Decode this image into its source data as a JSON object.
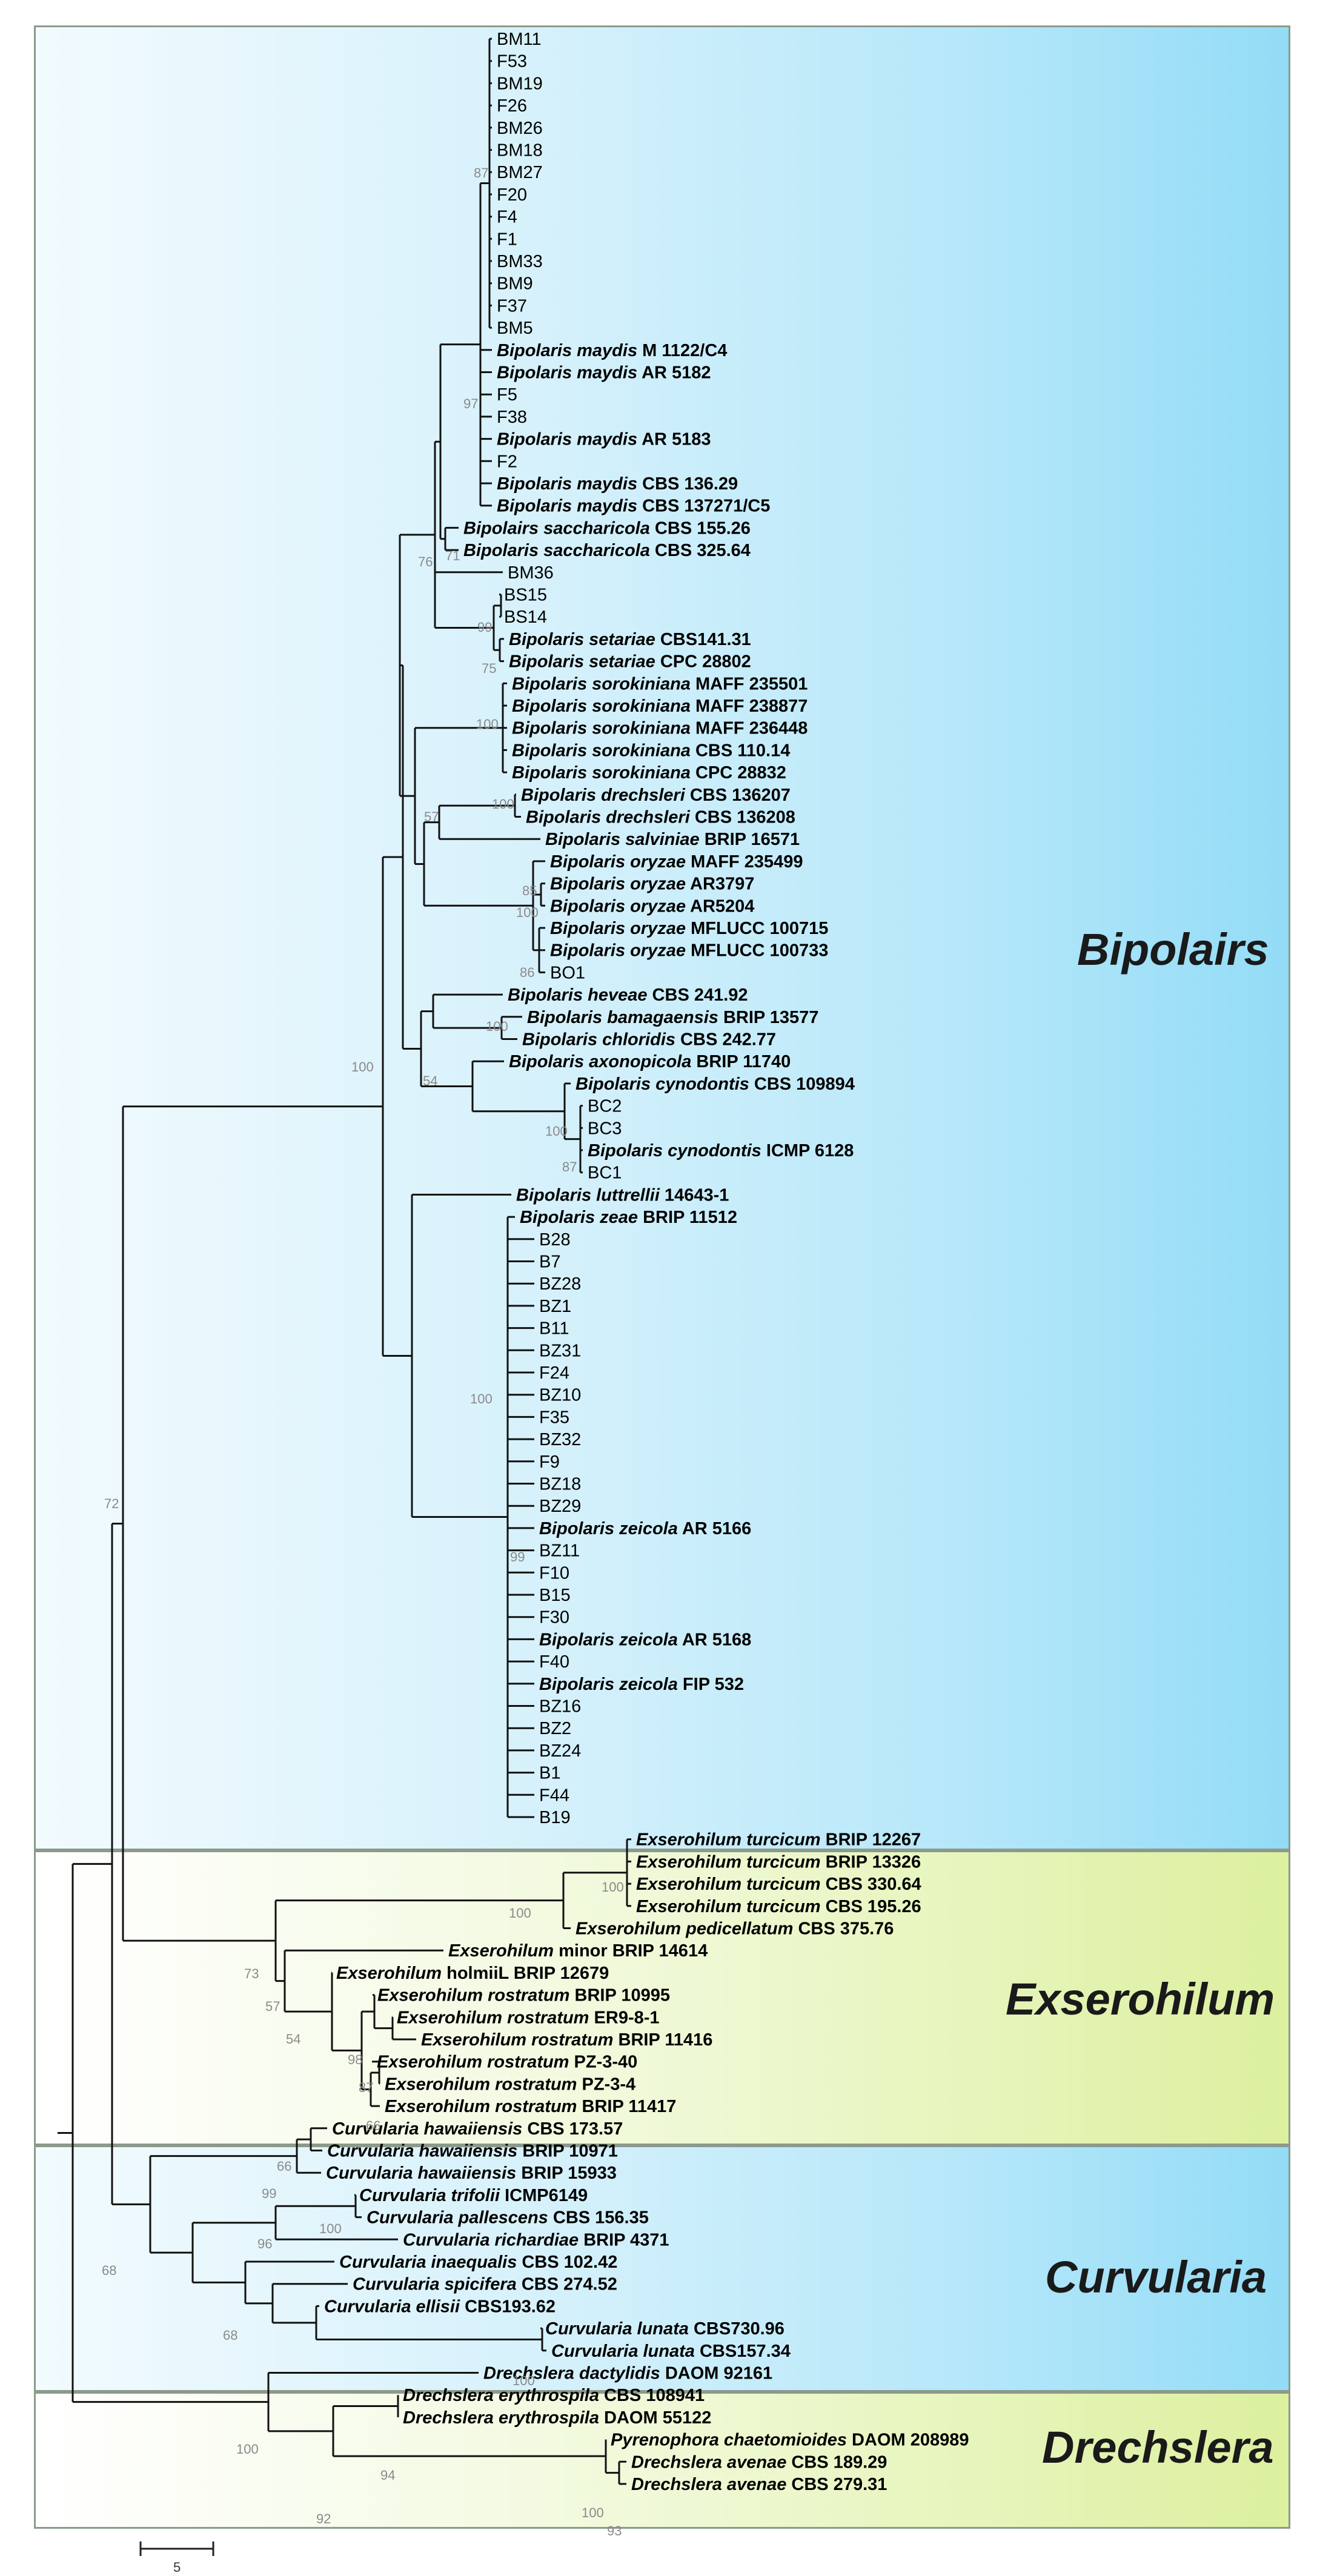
{
  "clades": {
    "bipolairs": "Bipolairs",
    "exserohilum": "Exserohilum",
    "curvularia": "Curvularia",
    "drechslera": "Drechslera"
  },
  "scale_bar_label": "5",
  "colors": {
    "bipolairs_panel": "#a9e3f8",
    "exserohilum_panel": "#e1f3ab",
    "curvularia_panel": "#a9e3f8",
    "drechslera_panel": "#e1f3ab",
    "bootstrap_text": "#8a8a8a"
  },
  "taxa": [
    {
      "id": "BM11",
      "plain": "BM11"
    },
    {
      "id": "F53",
      "plain": "F53"
    },
    {
      "id": "BM19",
      "plain": "BM19"
    },
    {
      "id": "F26",
      "plain": "F26"
    },
    {
      "id": "BM26",
      "plain": "BM26"
    },
    {
      "id": "BM18",
      "plain": "BM18"
    },
    {
      "id": "BM27",
      "plain": "BM27"
    },
    {
      "id": "F20",
      "plain": "F20"
    },
    {
      "id": "F4",
      "plain": "F4"
    },
    {
      "id": "F1",
      "plain": "F1"
    },
    {
      "id": "BM33",
      "plain": "BM33"
    },
    {
      "id": "BM9",
      "plain": "BM9"
    },
    {
      "id": "F37",
      "plain": "F37"
    },
    {
      "id": "BM5",
      "plain": "BM5"
    },
    {
      "id": "bmaydis_m1122",
      "species": "Bipolaris maydis",
      "strain": "M 1122/C4"
    },
    {
      "id": "bmaydis_ar5182",
      "species": "Bipolaris maydis",
      "strain": "AR 5182"
    },
    {
      "id": "F5",
      "plain": "F5"
    },
    {
      "id": "F38",
      "plain": "F38"
    },
    {
      "id": "bmaydis_ar5183",
      "species": "Bipolaris maydis",
      "strain": "AR 5183"
    },
    {
      "id": "F2",
      "plain": "F2"
    },
    {
      "id": "bmaydis_cbs13629",
      "species": "Bipolaris maydis",
      "strain": "CBS 136.29"
    },
    {
      "id": "bmaydis_cbs137271",
      "species": "Bipolaris maydis",
      "strain": "CBS 137271/C5"
    },
    {
      "id": "bsacch_15526",
      "species": "Bipolairs saccharicola",
      "strain": "CBS 155.26"
    },
    {
      "id": "bsacch_32564",
      "species": "Bipolaris saccharicola",
      "strain": "CBS 325.64"
    },
    {
      "id": "BM36",
      "plain": "BM36"
    },
    {
      "id": "BS15",
      "plain": "BS15"
    },
    {
      "id": "BS14",
      "plain": "BS14"
    },
    {
      "id": "bset_cbs14131",
      "species": "Bipolaris setariae",
      "strain": "CBS141.31"
    },
    {
      "id": "bset_cpc28802",
      "species": "Bipolaris setariae",
      "strain": "CPC 28802"
    },
    {
      "id": "bsor_maff235501",
      "species": "Bipolaris sorokiniana",
      "strain": "MAFF 235501"
    },
    {
      "id": "bsor_maff238877",
      "species": "Bipolaris sorokiniana",
      "strain": "MAFF 238877"
    },
    {
      "id": "bsor_maff236448",
      "species": "Bipolaris sorokiniana",
      "strain": "MAFF 236448"
    },
    {
      "id": "bsor_cbs11014",
      "species": "Bipolaris sorokiniana",
      "strain": "CBS 110.14"
    },
    {
      "id": "bsor_cpc28832",
      "species": "Bipolaris sorokiniana",
      "strain": "CPC 28832"
    },
    {
      "id": "bdre_136207",
      "species": "Bipolaris drechsleri",
      "strain": "CBS 136207"
    },
    {
      "id": "bdre_136208",
      "species": "Bipolaris drechsleri",
      "strain": "CBS 136208"
    },
    {
      "id": "bsal_16571",
      "species": "Bipolaris salviniae",
      "strain": "BRIP 16571"
    },
    {
      "id": "bory_maff235499",
      "species": "Bipolaris oryzae",
      "strain": "MAFF 235499"
    },
    {
      "id": "bory_ar3797",
      "species": "Bipolaris oryzae",
      "strain": "AR3797"
    },
    {
      "id": "bory_ar5204",
      "species": "Bipolaris oryzae",
      "strain": "AR5204"
    },
    {
      "id": "bory_mfl100715",
      "species": "Bipolaris oryzae",
      "strain": "MFLUCC 100715"
    },
    {
      "id": "bory_mfl100733",
      "species": "Bipolaris oryzae",
      "strain": "MFLUCC 100733"
    },
    {
      "id": "BO1",
      "plain": "BO1"
    },
    {
      "id": "bhev_24192",
      "species": "Bipolaris heveae",
      "strain": "CBS 241.92"
    },
    {
      "id": "bbam_13577",
      "species": "Bipolaris bamagaensis",
      "strain": "BRIP 13577"
    },
    {
      "id": "bchl_24277",
      "species": "Bipolaris chloridis",
      "strain": "CBS 242.77"
    },
    {
      "id": "baxo_11740",
      "species": "Bipolaris axonopicola",
      "strain": "BRIP 11740"
    },
    {
      "id": "bcyn_109894",
      "species": "Bipolaris cynodontis",
      "strain": "CBS 109894"
    },
    {
      "id": "BC2",
      "plain": "BC2"
    },
    {
      "id": "BC3",
      "plain": "BC3"
    },
    {
      "id": "bcyn_icmp6128",
      "species": "Bipolaris  cynodontis",
      "strain": "ICMP 6128"
    },
    {
      "id": "BC1",
      "plain": "BC1"
    },
    {
      "id": "blut_14643",
      "species": "Bipolaris luttrellii",
      "strain": "14643-1"
    },
    {
      "id": "bzeae_11512",
      "species": "Bipolaris zeae",
      "strain": "BRIP 11512"
    },
    {
      "id": "B28",
      "plain": "B28"
    },
    {
      "id": "B7",
      "plain": "B7"
    },
    {
      "id": "BZ28",
      "plain": "BZ28"
    },
    {
      "id": "BZ1",
      "plain": "BZ1"
    },
    {
      "id": "B11",
      "plain": "B11"
    },
    {
      "id": "BZ31",
      "plain": "BZ31"
    },
    {
      "id": "F24",
      "plain": "F24"
    },
    {
      "id": "BZ10",
      "plain": "BZ10"
    },
    {
      "id": "F35",
      "plain": "F35"
    },
    {
      "id": "BZ32",
      "plain": "BZ32"
    },
    {
      "id": "F9",
      "plain": "F9"
    },
    {
      "id": "BZ18",
      "plain": "BZ18"
    },
    {
      "id": "BZ29",
      "plain": "BZ29"
    },
    {
      "id": "bzeic_ar5166",
      "species": "Bipolaris zeicola",
      "strain": "AR 5166"
    },
    {
      "id": "BZ11",
      "plain": "BZ11"
    },
    {
      "id": "F10",
      "plain": "F10"
    },
    {
      "id": "B15",
      "plain": "B15"
    },
    {
      "id": "F30",
      "plain": "F30"
    },
    {
      "id": "bzeic_ar5168",
      "species": "Bipolaris zeicola",
      "strain": "AR 5168"
    },
    {
      "id": "F40",
      "plain": "F40"
    },
    {
      "id": "bzeic_fip532",
      "species": "Bipolaris zeicola",
      "strain": "FIP 532"
    },
    {
      "id": "BZ16",
      "plain": "BZ16"
    },
    {
      "id": "BZ2",
      "plain": "BZ2"
    },
    {
      "id": "BZ24",
      "plain": "BZ24"
    },
    {
      "id": "B1",
      "plain": "B1"
    },
    {
      "id": "F44",
      "plain": "F44"
    },
    {
      "id": "B19",
      "plain": "B19"
    },
    {
      "id": "etur_12267",
      "species": "Exserohilum turcicum",
      "strain": "BRIP 12267"
    },
    {
      "id": "etur_13326",
      "species": "Exserohilum turcicum",
      "strain": "BRIP 13326"
    },
    {
      "id": "etur_33064",
      "species": "Exserohilum turcicum",
      "strain": "CBS 330.64"
    },
    {
      "id": "etur_19526",
      "species": "Exserohilum turcicum",
      "strain": "CBS 195.26"
    },
    {
      "id": "eped_37576",
      "species": "Exserohilum pedicellatum",
      "strain": "CBS 375.76"
    },
    {
      "id": "emin_14614",
      "species": "Exserohilum",
      "strain": "minor BRIP 14614"
    },
    {
      "id": "ehol_12679",
      "species": "Exserohilum",
      "strain": "holmiiL BRIP 12679"
    },
    {
      "id": "eros_10995",
      "species": "Exserohilum rostratum",
      "strain": "BRIP 10995"
    },
    {
      "id": "eros_er981",
      "species": "Exserohilum rostratum",
      "strain": "ER9-8-1"
    },
    {
      "id": "eros_11416",
      "species": "Exserohilum rostratum",
      "strain": "BRIP 11416"
    },
    {
      "id": "eros_pz340",
      "species": "Exserohilum rostratum",
      "strain": "PZ-3-40"
    },
    {
      "id": "eros_pz34",
      "species": "Exserohilum rostratum",
      "strain": "PZ-3-4"
    },
    {
      "id": "eros_11417",
      "species": "Exserohilum rostratum",
      "strain": "BRIP 11417"
    },
    {
      "id": "chaw_17357",
      "species": "Curvularia hawaiiensis",
      "strain": "CBS 173.57"
    },
    {
      "id": "chaw_10971",
      "species": "Curvularia hawaiiensis",
      "strain": "BRIP 10971"
    },
    {
      "id": "chaw_15933",
      "species": "Curvularia hawaiiensis",
      "strain": "BRIP 15933"
    },
    {
      "id": "ctri_6149",
      "species": "Curvularia trifolii",
      "strain": "ICMP6149"
    },
    {
      "id": "cpal_15635",
      "species": "Curvularia pallescens",
      "strain": "CBS 156.35"
    },
    {
      "id": "cric_4371",
      "species": "Curvularia richardiae",
      "strain": "BRIP 4371"
    },
    {
      "id": "cina_10242",
      "species": "Curvularia inaequalis",
      "strain": "CBS 102.42"
    },
    {
      "id": "cspi_27452",
      "species": "Curvularia spicifera",
      "strain": "CBS 274.52"
    },
    {
      "id": "cell_19362",
      "species": "Curvularia ellisii",
      "strain": "CBS193.62"
    },
    {
      "id": "clun_73096",
      "species": "Curvularia lunata",
      "strain": "CBS730.96"
    },
    {
      "id": "clun_15734",
      "species": "Curvularia lunata",
      "strain": "CBS157.34"
    },
    {
      "id": "ddac_92161",
      "species": "Drechslera dactylidis",
      "strain": "DAOM 92161"
    },
    {
      "id": "dery_108941",
      "species": "Drechslera erythrospila",
      "strain": "CBS 108941"
    },
    {
      "id": "dery_55122",
      "species": "Drechslera erythrospila",
      "strain": "DAOM 55122"
    },
    {
      "id": "pcha_208989",
      "species": "Pyrenophora chaetomioides",
      "strain": "DAOM 208989"
    },
    {
      "id": "dave_18929",
      "species": "Drechslera avenae",
      "strain": "CBS 189.29"
    },
    {
      "id": "dave_27931",
      "species": "Drechslera avenae",
      "strain": "CBS 279.31"
    }
  ],
  "bootstrap": [
    {
      "id": "bs_87",
      "value": "87"
    },
    {
      "id": "bs_97",
      "value": "97"
    },
    {
      "id": "bs_71",
      "value": "71"
    },
    {
      "id": "bs_76",
      "value": "76"
    },
    {
      "id": "bs_99_bs",
      "value": "99"
    },
    {
      "id": "bs_75",
      "value": "75"
    },
    {
      "id": "bs_100_sor",
      "value": "100"
    },
    {
      "id": "bs_100_dre",
      "value": "100"
    },
    {
      "id": "bs_57_dre",
      "value": "57"
    },
    {
      "id": "bs_85",
      "value": "85"
    },
    {
      "id": "bs_100_ory",
      "value": "100"
    },
    {
      "id": "bs_86",
      "value": "86"
    },
    {
      "id": "bs_100_bam",
      "value": "100"
    },
    {
      "id": "bs_54_bam",
      "value": "54"
    },
    {
      "id": "bs_100_bip",
      "value": "100"
    },
    {
      "id": "bs_100_bc",
      "value": "100"
    },
    {
      "id": "bs_87_bc",
      "value": "87"
    },
    {
      "id": "bs_100_zei",
      "value": "100"
    },
    {
      "id": "bs_99_zei",
      "value": "99"
    },
    {
      "id": "bs_72",
      "value": "72"
    },
    {
      "id": "bs_100_tur_in",
      "value": "100"
    },
    {
      "id": "bs_100_tur",
      "value": "100"
    },
    {
      "id": "bs_73",
      "value": "73"
    },
    {
      "id": "bs_57_ex",
      "value": "57"
    },
    {
      "id": "bs_54_ex",
      "value": "54"
    },
    {
      "id": "bs_98",
      "value": "98"
    },
    {
      "id": "bs_87_ex",
      "value": "87"
    },
    {
      "id": "bs_66_ex",
      "value": "66"
    },
    {
      "id": "bs_66_cu",
      "value": "66"
    },
    {
      "id": "bs_99_cu",
      "value": "99"
    },
    {
      "id": "bs_100_ctri",
      "value": "100"
    },
    {
      "id": "bs_96",
      "value": "96"
    },
    {
      "id": "bs_68_outer",
      "value": "68"
    },
    {
      "id": "bs_68_cu",
      "value": "68"
    },
    {
      "id": "bs_100_clun",
      "value": "100"
    },
    {
      "id": "bs_100_dr",
      "value": "100"
    },
    {
      "id": "bs_94",
      "value": "94"
    },
    {
      "id": "bs_92",
      "value": "92"
    },
    {
      "id": "bs_100_dave",
      "value": "100"
    },
    {
      "id": "bs_93",
      "value": "93"
    }
  ]
}
